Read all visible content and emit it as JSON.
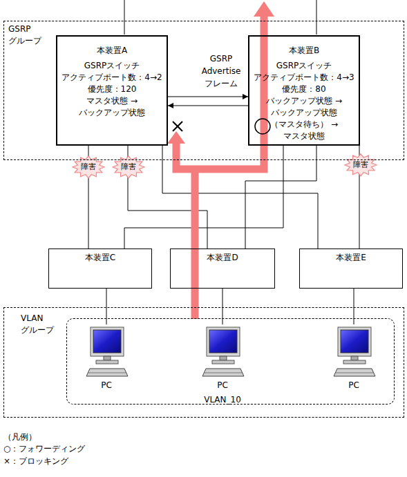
{
  "diagram": {
    "nodes": [
      {
        "text": [
          "GSRP グループ"
        ]
      },
      {
        "text": [
          "本装置A",
          "GSRPスイッチ",
          "アクティブポート数：4→2",
          "優先度：120",
          "マスタ状態 →バックアップ状態"
        ],
        "in": 0
      },
      {
        "text": [
          "本装置B",
          "GSRPスイッチ",
          "アクティブポート数：4→3",
          "優先度：80",
          "バックアップ状態 →バックアップ状態 （マスタ待ち） →マスタ状態"
        ],
        "in": 0
      },
      {
        "text": [
          "本装置C"
        ]
      },
      {
        "text": [
          "本装置D"
        ]
      },
      {
        "text": [
          "本装置E"
        ]
      },
      {
        "text": [
          "VLAN グループ"
        ]
      },
      {
        "text": [
          "VLAN_10"
        ],
        "in": 6
      },
      {
        "text": [
          "PC"
        ],
        "in": 7
      },
      {
        "text": [
          "PC"
        ],
        "in": 7
      },
      {
        "text": [
          "PC"
        ],
        "in": 7
      }
    ],
    "edges": [
      {
        "from": 1,
        "to": 2,
        "arrow": "to",
        "label": "GSRP Advertise フレーム"
      },
      {
        "from": 2,
        "to": 1,
        "arrow": "to"
      },
      {
        "from": 1,
        "to": 3,
        "arrow": "none",
        "label": "障害"
      },
      {
        "from": 1,
        "to": 4,
        "arrow": "none",
        "label": "障害"
      },
      {
        "from": 1,
        "to": 5,
        "arrow": "none"
      },
      {
        "from": 2,
        "to": 3,
        "arrow": "none"
      },
      {
        "from": 2,
        "to": 4,
        "arrow": "none"
      },
      {
        "from": 2,
        "to": 5,
        "arrow": "none",
        "label": "障害"
      },
      {
        "from": 3,
        "to": 8,
        "arrow": "none"
      },
      {
        "from": 4,
        "to": 9,
        "arrow": "none"
      },
      {
        "from": 5,
        "to": 10,
        "arrow": "none"
      }
    ],
    "labels": [
      "（凡例）"
    ],
    "legend": [
      {
        "text": "○：フォワーディング"
      },
      {
        "text": "×：ブロッキング"
      }
    ]
  }
}
